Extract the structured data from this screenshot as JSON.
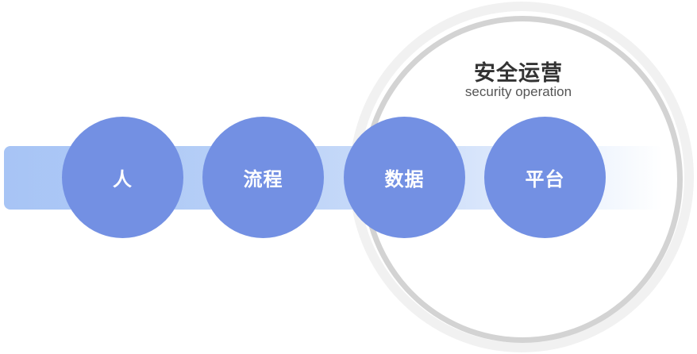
{
  "ring": {
    "title": "安全运营",
    "subtitle": "security operation"
  },
  "nodes": [
    {
      "label": "人"
    },
    {
      "label": "流程"
    },
    {
      "label": "数据"
    },
    {
      "label": "平台"
    }
  ],
  "colors": {
    "node_fill": "#7390e3",
    "node_text": "#ffffff",
    "bar_start": "#a7c4f5",
    "ring_outer": "#f1f1f1",
    "ring_inner": "#d3d3d3",
    "title_text": "#333333"
  }
}
